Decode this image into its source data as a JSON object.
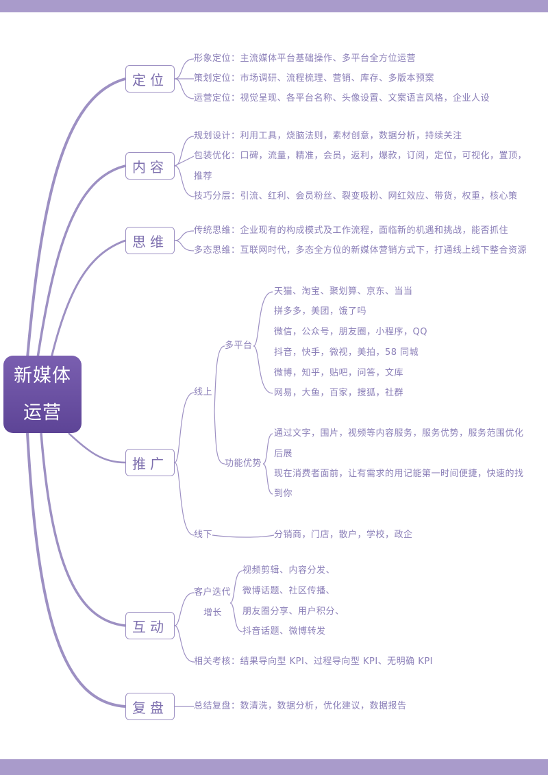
{
  "center": {
    "line1": "新媒体",
    "line2": "运营"
  },
  "branches": {
    "dingwei": {
      "label": "定位",
      "items": [
        "形象定位：主流媒体平台基础操作、多平台全方位运营",
        "策划定位：市场调研、流程梳理、营销、库存、多版本预案",
        "运营定位：视觉呈现、各平台名称、头像设置、文案语言风格，企业人设"
      ]
    },
    "neirong": {
      "label": "内容",
      "items": [
        "规划设计：利用工具，烧脑法则，素材创意，数据分析，持续关注",
        "包装优化：口碑，流量，精准，会员，返利，爆款，订阅，定位，可视化，置顶，",
        "推荐",
        "技巧分层：引流、红利、会员粉丝、裂变吸粉、网红效应、带货，权重，核心策"
      ]
    },
    "siwei": {
      "label": "思维",
      "items": [
        "传统思维：企业现有的构成模式及工作流程，面临新的机遇和挑战，能否抓住",
        "多态思维：互联网时代，多态全方位的新媒体营销方式下，打通线上线下整合资源"
      ]
    },
    "tuiguang": {
      "label": "推广",
      "online": "线上",
      "offline": "线下",
      "multi_platform": "多平台",
      "platforms": [
        "天猫、淘宝、聚划算、京东、当当",
        "拼多多，美团，饿了吗",
        "微信，公众号，朋友圈，小程序，QQ",
        "抖音，快手，微视，美拍，58 同城",
        "微博，知乎，贴吧，问答，文库",
        "网易，大鱼，百家，搜狐，社群"
      ],
      "function_adv": "功能优势",
      "functions": [
        "通过文字，围片，视频等内容服务，服务优势，服务范围优化",
        "后展",
        "现在消费者面前，让有需求的用记能第一时间便捷，快速的找",
        "到你"
      ],
      "offline_items": "分销商，门店，散户，学校，政企"
    },
    "hudong": {
      "label": "互动",
      "growth_1": "客户迭代",
      "growth_2": "增长",
      "growth_items": [
        "视频剪辑、内容分发、",
        "微博话题、社区传播、",
        "朋友圈分享、用户积分、",
        "抖音话题、微博转发"
      ],
      "kpi": "相关考核：结果导向型 KPI、过程导向型 KPI、无明确 KPI"
    },
    "fupan": {
      "label": "复盘",
      "items": [
        "总结复盘：数清洗，数据分析，优化建议，数据报告"
      ]
    }
  },
  "colors": {
    "bar": "#a99bcb",
    "center": "#6a4fa3",
    "line": "#9d90c3",
    "text": "#8b7fb8"
  }
}
